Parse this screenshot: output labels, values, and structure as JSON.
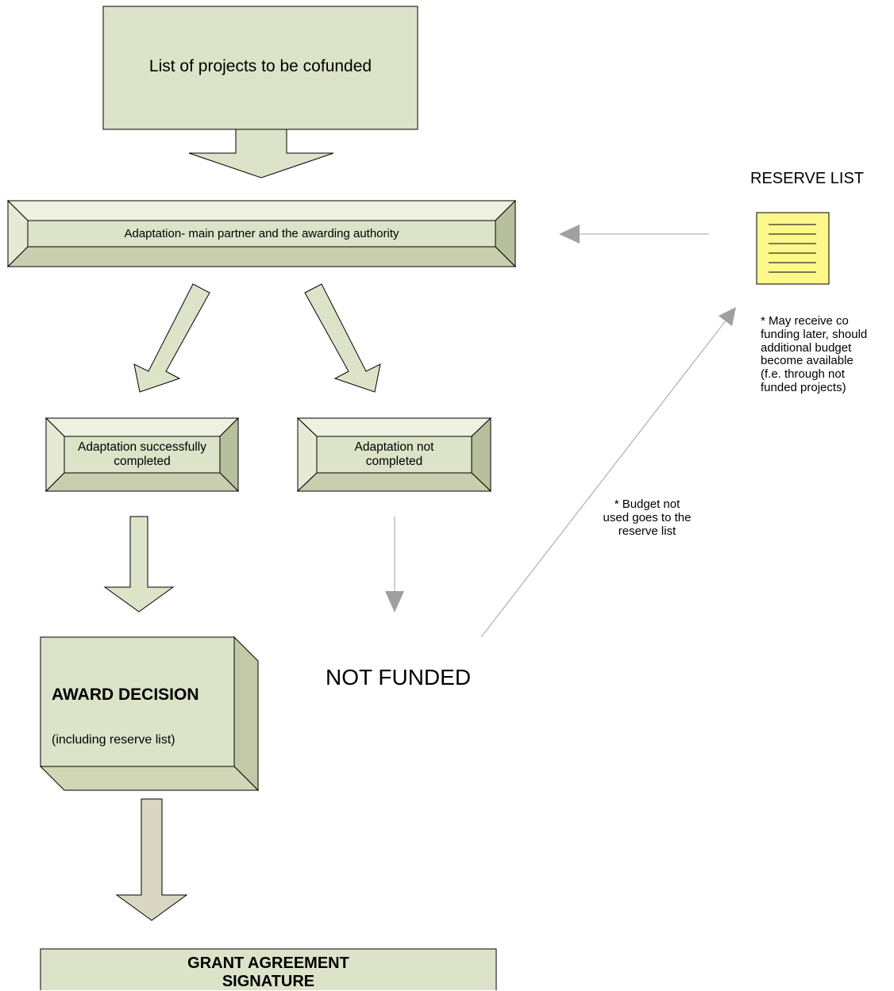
{
  "top_box": {
    "text": "List of projects to be cofunded"
  },
  "adaptation_box": {
    "text": "Adaptation- main partner and the awarding authority"
  },
  "success_box": {
    "line1": "Adaptation successfully",
    "line2": "completed"
  },
  "not_completed_box": {
    "line1": "Adaptation not",
    "line2": "completed"
  },
  "award_box": {
    "title": "AWARD DECISION",
    "subtitle": "(including reserve list)"
  },
  "grant_box": {
    "line1": "GRANT AGREEMENT",
    "line2": "SIGNATURE"
  },
  "not_funded": {
    "text": "NOT FUNDED"
  },
  "reserve": {
    "title": "RESERVE LIST",
    "note_lines": [
      "* May receive co",
      "funding later, should",
      "additional budget",
      "become available",
      "(f.e. through not",
      "funded projects)"
    ]
  },
  "budget_note": {
    "lines": [
      "* Budget not",
      "used goes to the",
      "reserve list"
    ]
  },
  "colors": {
    "box_fill": "#dde3c8",
    "bevel_light": "#eef0e2",
    "bevel_dark": "#b8bf9c",
    "cube_side": "#c3c9a6",
    "arrow_fill": "#dde3c8",
    "arrow_dark_fill": "#d9d7c2",
    "gray_arrow": "#a0a0a0",
    "note_fill": "#fdf88a"
  }
}
